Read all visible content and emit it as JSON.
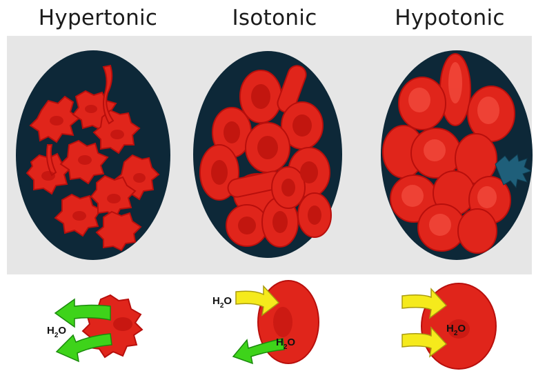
{
  "titles": {
    "hypertonic": "Hypertonic",
    "isotonic": "Isotonic",
    "hypotonic": "Hypotonic"
  },
  "molecule": {
    "main": "H",
    "sub": "2",
    "end": "O"
  },
  "colors": {
    "panel": "#e6e6e6",
    "dish": "#0d2838",
    "cell": "#e0251b",
    "cell_highlight": "#f24a3c",
    "cell_dark": "#b80f0c",
    "arrow_out": "#3ed31a",
    "arrow_in": "#f5ea1c",
    "burst": "#1f5f7a"
  }
}
